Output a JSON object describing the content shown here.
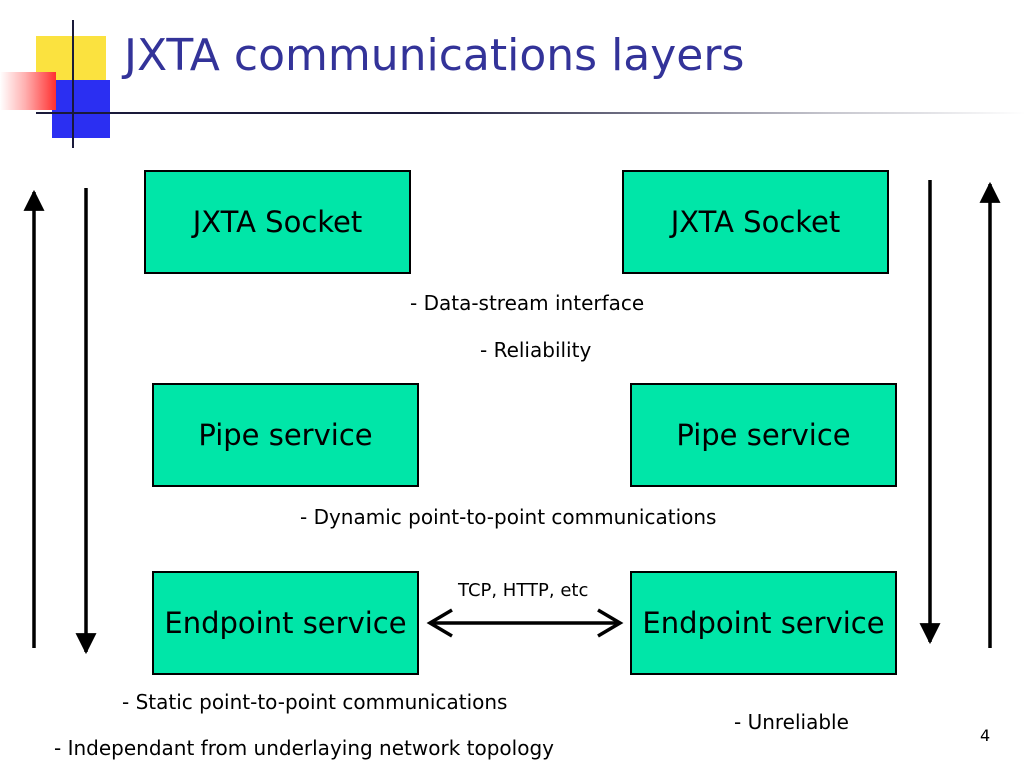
{
  "slide": {
    "title": "JXTA communications layers",
    "number": "4"
  },
  "colors": {
    "box_fill": "#00e6a8",
    "title": "#333399",
    "logo_yellow": "#fbe23f",
    "logo_blue": "#2b2ff2",
    "logo_red": "#ff3030"
  },
  "boxes": {
    "left_socket": "JXTA Socket",
    "right_socket": "JXTA Socket",
    "left_pipe": "Pipe service",
    "right_pipe": "Pipe service",
    "left_endpoint": "Endpoint service",
    "right_endpoint": "Endpoint service"
  },
  "notes": {
    "data_stream": "- Data-stream interface",
    "reliability": "- Reliability",
    "dynamic": "- Dynamic point-to-point communications",
    "transport": "TCP, HTTP, etc",
    "static": "- Static point-to-point communications",
    "unreliable": "- Unreliable",
    "independent": "- Independant from underlaying network topology"
  }
}
